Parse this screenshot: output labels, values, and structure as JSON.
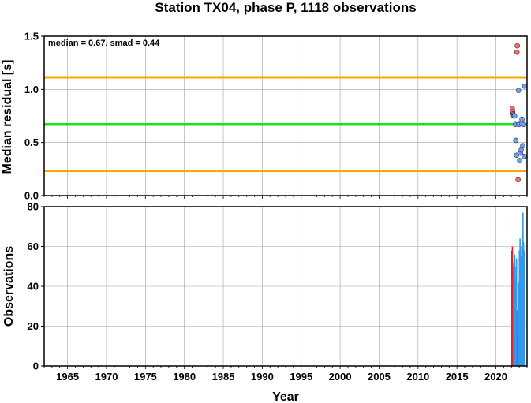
{
  "title": "Station TX04, phase P, 1118 observations",
  "chart_data": [
    {
      "type": "scatter",
      "ylabel": "Median residual [s]",
      "xlim": [
        1962,
        2024
      ],
      "ylim": [
        0,
        1.5
      ],
      "x_ticks": [
        1965,
        1970,
        1975,
        1980,
        1985,
        1990,
        1995,
        2000,
        2005,
        2010,
        2015,
        2020
      ],
      "y_ticks": [
        "0.0",
        "0.5",
        "1.0",
        "1.5"
      ],
      "y_tick_values": [
        0,
        0.5,
        1.0,
        1.5
      ],
      "grid": true,
      "annotation": "median = 0.67, smad = 0.44",
      "lines": [
        {
          "y": 0.67,
          "color": "#22dd22",
          "role": "median"
        },
        {
          "y": 1.11,
          "color": "#ffa500",
          "role": "upper"
        },
        {
          "y": 0.23,
          "color": "#ffa500",
          "role": "lower"
        }
      ],
      "series": [
        {
          "color": "#ff6b6b",
          "points": [
            [
              2022.1,
              0.82
            ],
            [
              2022.15,
              0.79
            ],
            [
              2022.2,
              0.77
            ],
            [
              2022.75,
              1.41
            ],
            [
              2022.7,
              1.35
            ],
            [
              2022.85,
              0.15
            ]
          ]
        },
        {
          "color": "#6fa0ff",
          "points": [
            [
              2022.25,
              0.76
            ],
            [
              2022.3,
              0.75
            ],
            [
              2022.4,
              0.75
            ],
            [
              2022.5,
              0.67
            ],
            [
              2022.55,
              0.52
            ],
            [
              2022.65,
              0.38
            ],
            [
              2022.9,
              0.99
            ],
            [
              2022.95,
              0.67
            ],
            [
              2023.05,
              0.33
            ],
            [
              2023.15,
              0.4
            ],
            [
              2023.25,
              0.43
            ],
            [
              2023.3,
              0.68
            ],
            [
              2023.35,
              0.72
            ],
            [
              2023.45,
              0.47
            ],
            [
              2023.6,
              0.67
            ],
            [
              2023.65,
              0.37
            ],
            [
              2023.7,
              1.03
            ]
          ]
        }
      ]
    },
    {
      "type": "bar",
      "xlabel": "Year",
      "ylabel": "Observations",
      "xlim": [
        1962,
        2024
      ],
      "ylim": [
        0,
        80
      ],
      "x_ticks": [
        1965,
        1970,
        1975,
        1980,
        1985,
        1990,
        1995,
        2000,
        2005,
        2010,
        2015,
        2020
      ],
      "y_ticks": [
        "0",
        "20",
        "40",
        "60",
        "80"
      ],
      "y_tick_values": [
        0,
        20,
        40,
        60,
        80
      ],
      "grid": true,
      "series": [
        {
          "color": "#e8202a",
          "x": [
            2022.05,
            2022.12,
            2022.2,
            2022.72,
            2022.8
          ],
          "values": [
            58,
            60,
            50,
            15,
            28
          ]
        },
        {
          "color": "#3399ee",
          "x": [
            2022.28,
            2022.35,
            2022.42,
            2022.5,
            2022.58,
            2022.65,
            2022.88,
            2022.95,
            2023.02,
            2023.1,
            2023.18,
            2023.25,
            2023.32,
            2023.4,
            2023.48,
            2023.55,
            2023.62,
            2023.7
          ],
          "values": [
            52,
            48,
            56,
            44,
            50,
            54,
            35,
            42,
            58,
            64,
            60,
            52,
            55,
            66,
            77,
            62,
            58,
            48
          ]
        }
      ]
    }
  ]
}
